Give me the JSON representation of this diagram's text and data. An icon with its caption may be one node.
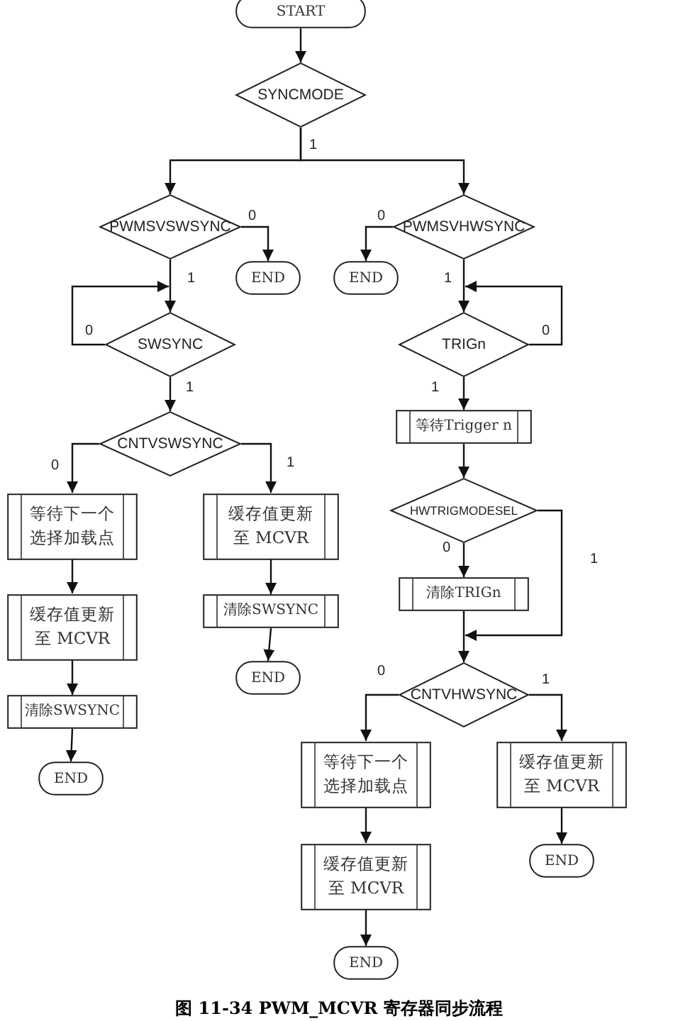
{
  "diagram": {
    "caption": "图 11-34 PWM_MCVR 寄存器同步流程",
    "nodes": [
      {
        "text": [
          "START"
        ]
      },
      {
        "text": [
          "SYNCMODE"
        ]
      },
      {
        "text": [
          "PWMSVSWSYNC"
        ]
      },
      {
        "text": [
          "END"
        ]
      },
      {
        "text": [
          "PWMSVHWSYNC"
        ]
      },
      {
        "text": [
          "END"
        ]
      },
      {
        "text": [
          "SWSYNC"
        ]
      },
      {
        "text": [
          "TRIGn"
        ]
      },
      {
        "text": [
          "CNTVSWSYNC"
        ]
      },
      {
        "text": [
          "等待Trigger n"
        ]
      },
      {
        "text": [
          "HWTRIGMODESEL"
        ]
      },
      {
        "text": [
          "等待下一个选择加载点"
        ]
      },
      {
        "text": [
          "缓存值更新至 MCVR"
        ]
      },
      {
        "text": [
          "清除SWSYNC"
        ]
      },
      {
        "text": [
          "END"
        ]
      },
      {
        "text": [
          "缓存值更新至 MCVR"
        ]
      },
      {
        "text": [
          "清除TRIGn"
        ]
      },
      {
        "text": [
          "清除SWSYNC"
        ]
      },
      {
        "text": [
          "END"
        ]
      },
      {
        "text": [
          "CNTVHWSYNC"
        ]
      },
      {
        "text": [
          "等待下一个选择加载点"
        ]
      },
      {
        "text": [
          "缓存值更新至 MCVR"
        ]
      },
      {
        "text": [
          "END"
        ]
      },
      {
        "text": [
          "缓存值更新至 MCVR"
        ]
      },
      {
        "text": [
          "END"
        ]
      }
    ],
    "edges": [
      {
        "from": 0,
        "to": 1,
        "arrow": "to"
      },
      {
        "from": 1,
        "to": 2,
        "arrow": "to",
        "label": "1"
      },
      {
        "from": 1,
        "to": 4,
        "arrow": "to"
      },
      {
        "from": 2,
        "to": 3,
        "arrow": "to",
        "label": "0"
      },
      {
        "from": 2,
        "to": 6,
        "arrow": "to",
        "label": "1"
      },
      {
        "from": 4,
        "to": 5,
        "arrow": "to",
        "label": "0"
      },
      {
        "from": 4,
        "to": 7,
        "arrow": "to",
        "label": "1"
      },
      {
        "from": 6,
        "to": 6,
        "arrow": "to",
        "label": "0"
      },
      {
        "from": 7,
        "to": 7,
        "arrow": "to",
        "label": "0"
      },
      {
        "from": 6,
        "to": 8,
        "arrow": "to",
        "label": "1"
      },
      {
        "from": 7,
        "to": 9,
        "arrow": "to",
        "label": "1"
      },
      {
        "from": 8,
        "to": 11,
        "arrow": "to",
        "label": "0"
      },
      {
        "from": 8,
        "to": 12,
        "arrow": "to",
        "label": "1"
      },
      {
        "from": 9,
        "to": 10,
        "arrow": "to"
      },
      {
        "from": 10,
        "to": 16,
        "arrow": "to",
        "label": "0"
      },
      {
        "from": 10,
        "to": 19,
        "arrow": "to",
        "label": "1"
      },
      {
        "from": 16,
        "to": 19,
        "arrow": "to"
      },
      {
        "from": 19,
        "to": 20,
        "arrow": "to",
        "label": "0"
      },
      {
        "from": 19,
        "to": 21,
        "arrow": "to",
        "label": "1"
      },
      {
        "from": 11,
        "to": 15,
        "arrow": "to"
      },
      {
        "from": 15,
        "to": 17,
        "arrow": "to"
      },
      {
        "from": 17,
        "to": 18,
        "arrow": "to"
      },
      {
        "from": 12,
        "to": 13,
        "arrow": "to"
      },
      {
        "from": 13,
        "to": 14,
        "arrow": "to"
      },
      {
        "from": 20,
        "to": 23,
        "arrow": "to"
      },
      {
        "from": 23,
        "to": 24,
        "arrow": "to"
      },
      {
        "from": 21,
        "to": 22,
        "arrow": "to"
      }
    ]
  }
}
